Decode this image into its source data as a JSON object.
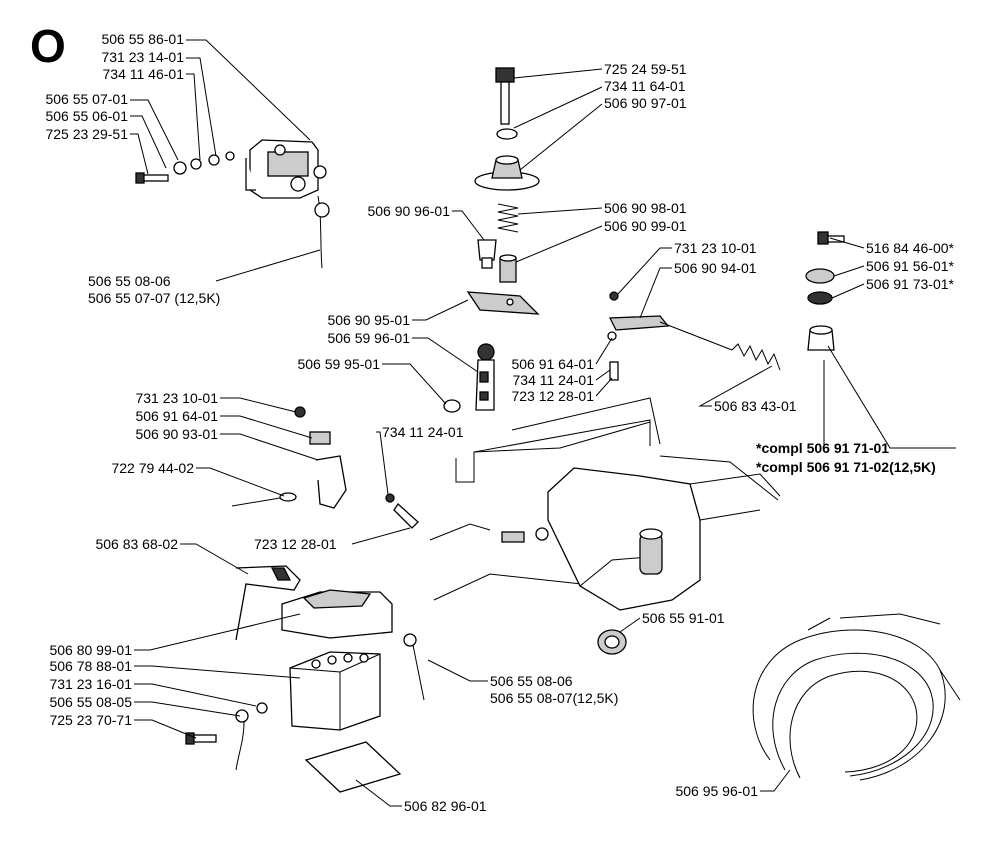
{
  "section_letter": "O",
  "labels": {
    "l1": "506 55 86-01",
    "l2": "731 23 14-01",
    "l3": "734 11 46-01",
    "l4": "506 55 07-01",
    "l5": "506 55 06-01",
    "l6": "725 23 29-51",
    "l7a": "506 55 08-06",
    "l7b": "506 55 07-07 (12,5K)",
    "l8": "725 24 59-51",
    "l9": "734 11 64-01",
    "l10": "506 90 97-01",
    "l11": "506 90 96-01",
    "l12": "506 90 98-01",
    "l13": "506 90 99-01",
    "l14": "731 23 10-01",
    "l15": "506 90 94-01",
    "l16": "516 84 46-00*",
    "l17": "506 91 56-01*",
    "l18": "506 91 73-01*",
    "l19": "506 90 95-01",
    "l20": "506 59 96-01",
    "l21": "506 59 95-01",
    "l22": "506 91 64-01",
    "l23": "734 11 24-01",
    "l24": "723 12 28-01",
    "l25": "506 83 43-01",
    "l26": "731 23 10-01",
    "l27": "506 91 64-01",
    "l28": "506 90 93-01",
    "l29": "734 11 24-01",
    "l30a": "*compl 506 91 71-01",
    "l30b": "*compl 506 91 71-02(12,5K)",
    "l31": "722 79 44-02",
    "l32": "723 12 28-01",
    "l33": "506 83 68-02",
    "l34": "506 55 91-01",
    "l35": "506 80 99-01",
    "l36": "506 78 88-01",
    "l37": "731 23 16-01",
    "l38": "506 55 08-05",
    "l39": "725 23 70-71",
    "l40a": "506 55 08-06",
    "l40b": "506 55 08-07(12,5K)",
    "l41": "506 82 96-01",
    "l42": "506 95 96-01"
  }
}
